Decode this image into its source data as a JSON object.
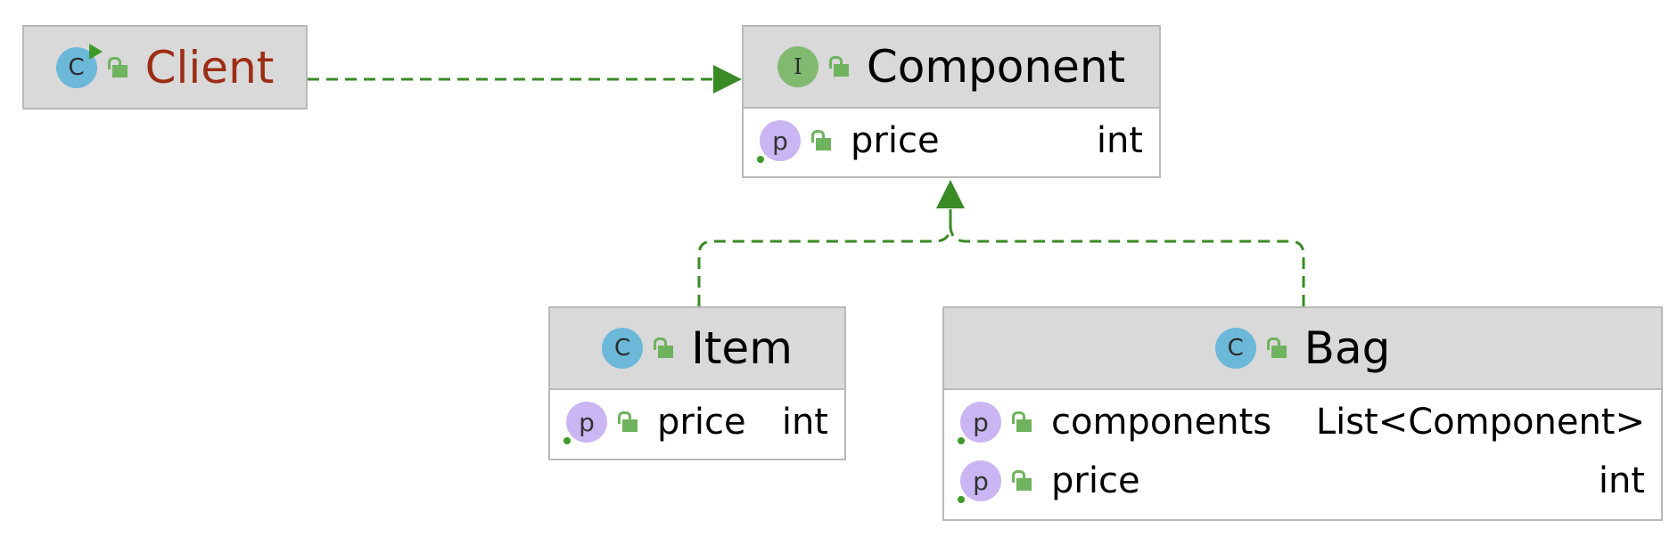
{
  "colors": {
    "header_bg": "#d9d9d9",
    "border": "#b9b9b9",
    "edge": "#3a8a26",
    "client_title": "#9c2d14",
    "class_badge": "#6cb8d8",
    "interface_badge": "#82b971",
    "property_badge": "#c9b6f2",
    "visibility_lock": "#6fb35e"
  },
  "nodes": {
    "client": {
      "badge": "C",
      "badge_icon": "runnable-class-icon",
      "visibility_icon": "public-lock-icon",
      "title": "Client"
    },
    "component": {
      "badge": "I",
      "badge_icon": "interface-icon",
      "visibility_icon": "public-lock-icon",
      "title": "Component",
      "fields": [
        {
          "badge": "p",
          "name": "price",
          "type": "int"
        }
      ]
    },
    "item": {
      "badge": "C",
      "badge_icon": "class-icon",
      "visibility_icon": "public-lock-icon",
      "title": "Item",
      "fields": [
        {
          "badge": "p",
          "name": "price",
          "type": "int"
        }
      ]
    },
    "bag": {
      "badge": "C",
      "badge_icon": "class-icon",
      "visibility_icon": "public-lock-icon",
      "title": "Bag",
      "fields": [
        {
          "badge": "p",
          "name": "components",
          "type": "List<Component>"
        },
        {
          "badge": "p",
          "name": "price",
          "type": "int"
        }
      ]
    }
  },
  "edges": [
    {
      "from": "Client",
      "to": "Component",
      "kind": "dependency",
      "style": "dashed",
      "arrow": "filled"
    },
    {
      "from": "Item",
      "to": "Component",
      "kind": "realization",
      "style": "dashed",
      "arrow": "filled"
    },
    {
      "from": "Bag",
      "to": "Component",
      "kind": "realization",
      "style": "dashed",
      "arrow": "filled"
    }
  ]
}
